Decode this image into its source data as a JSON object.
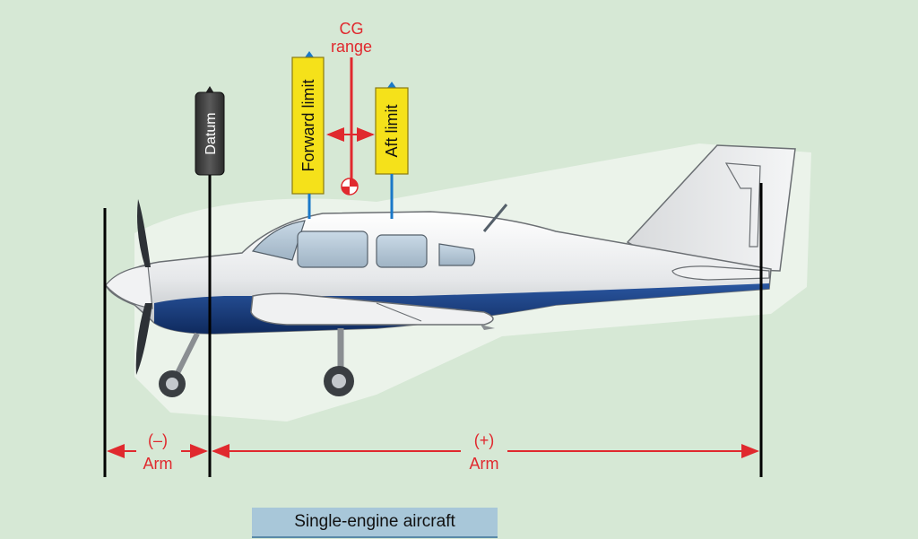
{
  "labels": {
    "cg_range_line1": "CG",
    "cg_range_line2": "range",
    "forward_limit": "Forward limit",
    "aft_limit": "Aft limit",
    "datum": "Datum",
    "neg_sign": "(–)",
    "neg_arm": "Arm",
    "pos_sign": "(+)",
    "pos_arm": "Arm"
  },
  "caption": "Single-engine aircraft",
  "colors": {
    "background": "#d6e8d5",
    "annotation_red": "#e0292e",
    "limit_yellow": "#f5e11a",
    "datum_gray": "#4a4a4a",
    "fuselage_blue": "#1b3f82",
    "caption_bg": "#a8c7d9"
  },
  "icons": {
    "cg_marker": "center-of-gravity-symbol"
  }
}
